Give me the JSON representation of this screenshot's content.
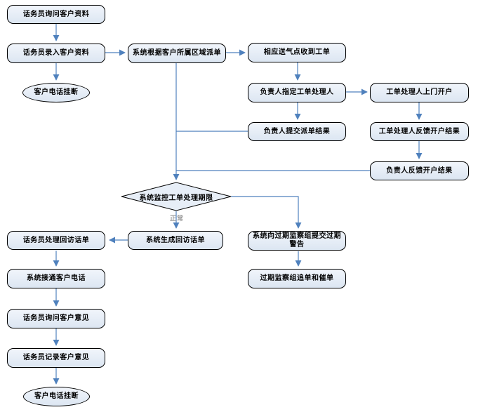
{
  "diagram": {
    "type": "flowchart",
    "language": "zh-CN",
    "colors": {
      "node_fill": "#e7eef7",
      "node_border": "#000000",
      "connector": "#4f81bd",
      "branch_label_color": "#9a9a9a",
      "background": "#ffffff"
    },
    "nodes": {
      "ask_info": {
        "label": "话务员询问客户资料",
        "shape": "rounded-rect"
      },
      "enter_info": {
        "label": "话务员录入客户资料",
        "shape": "rounded-rect"
      },
      "hangup_1": {
        "label": "客户电话挂断",
        "shape": "oval"
      },
      "dispatch_by_region": {
        "label": "系统根据客户所属区域派单",
        "shape": "rounded-rect"
      },
      "station_receive": {
        "label": "相应送气点收到工单",
        "shape": "rounded-rect"
      },
      "assign_handler": {
        "label": "负责人指定工单处理人",
        "shape": "rounded-rect"
      },
      "handler_visit": {
        "label": "工单处理人上门开户",
        "shape": "rounded-rect"
      },
      "handler_feedback": {
        "label": "工单处理人反馈开户结果",
        "shape": "rounded-rect"
      },
      "leader_feedback": {
        "label": "负责人反馈开户结果",
        "shape": "rounded-rect"
      },
      "submit_dispatch_result": {
        "label": "负责人提交派单结果",
        "shape": "rounded-rect"
      },
      "monitor_deadline": {
        "label": "系统监控工单处理期限",
        "shape": "diamond"
      },
      "overdue_warning": {
        "label": "系统向过期监察组提交过期警告",
        "shape": "rounded-rect"
      },
      "overdue_followup": {
        "label": "过期监察组追单和催单",
        "shape": "rounded-rect"
      },
      "generate_callback": {
        "label": "系统生成回访话单",
        "shape": "rounded-rect"
      },
      "handle_callback": {
        "label": "话务员处理回访话单",
        "shape": "rounded-rect"
      },
      "connect_customer": {
        "label": "系统接通客户电话",
        "shape": "rounded-rect"
      },
      "ask_opinion": {
        "label": "话务员询问客户意见",
        "shape": "rounded-rect"
      },
      "record_opinion": {
        "label": "话务员记录客户意见",
        "shape": "rounded-rect"
      },
      "hangup_2": {
        "label": "客户电话挂断",
        "shape": "oval"
      }
    },
    "branch_labels": {
      "normal": "正常"
    },
    "edges": [
      {
        "from": "ask_info",
        "to": "enter_info"
      },
      {
        "from": "enter_info",
        "to": "hangup_1"
      },
      {
        "from": "enter_info",
        "to": "dispatch_by_region"
      },
      {
        "from": "dispatch_by_region",
        "to": "station_receive"
      },
      {
        "from": "station_receive",
        "to": "assign_handler"
      },
      {
        "from": "assign_handler",
        "to": "handler_visit"
      },
      {
        "from": "assign_handler",
        "to": "submit_dispatch_result"
      },
      {
        "from": "handler_visit",
        "to": "handler_feedback"
      },
      {
        "from": "handler_feedback",
        "to": "leader_feedback"
      },
      {
        "from": "dispatch_by_region",
        "to": "monitor_deadline"
      },
      {
        "from": "submit_dispatch_result",
        "to": "monitor_deadline"
      },
      {
        "from": "leader_feedback",
        "to": "monitor_deadline"
      },
      {
        "from": "monitor_deadline",
        "to": "generate_callback",
        "label": "正常"
      },
      {
        "from": "monitor_deadline",
        "to": "overdue_warning"
      },
      {
        "from": "overdue_warning",
        "to": "overdue_followup"
      },
      {
        "from": "generate_callback",
        "to": "handle_callback"
      },
      {
        "from": "handle_callback",
        "to": "connect_customer"
      },
      {
        "from": "connect_customer",
        "to": "ask_opinion"
      },
      {
        "from": "ask_opinion",
        "to": "record_opinion"
      },
      {
        "from": "record_opinion",
        "to": "hangup_2"
      }
    ]
  }
}
